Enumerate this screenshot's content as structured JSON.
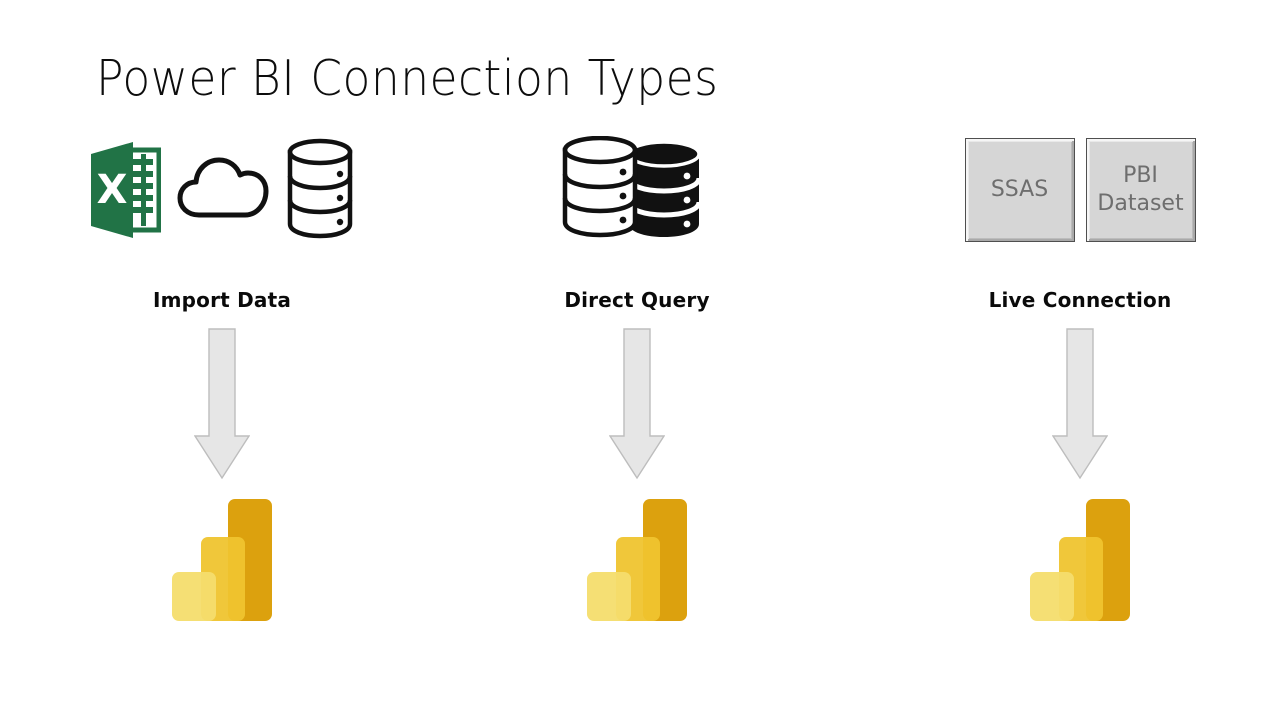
{
  "slide": {
    "title": "Power BI Connection Types",
    "background_color": "#ffffff"
  },
  "columns": [
    {
      "id": "import-data",
      "label": "Import Data",
      "icons": [
        "excel-icon",
        "cloud-icon",
        "database-icon"
      ],
      "arrow": "down-arrow-icon",
      "destination": "power-bi-logo"
    },
    {
      "id": "direct-query",
      "label": "Direct Query",
      "icons": [
        "database-white-icon",
        "database-black-icon"
      ],
      "arrow": "down-arrow-icon",
      "destination": "power-bi-logo"
    },
    {
      "id": "live-connection",
      "label": "Live Connection",
      "buttons": [
        {
          "id": "ssas-button",
          "lines": [
            "SSAS"
          ]
        },
        {
          "id": "pbi-dataset-button",
          "lines": [
            "PBI",
            "Dataset"
          ]
        }
      ],
      "arrow": "down-arrow-icon",
      "destination": "power-bi-logo"
    }
  ],
  "colors": {
    "excel_green": "#217346",
    "icon_black": "#111111",
    "arrow_fill": "#e6e6e6",
    "arrow_stroke": "#b7b7b7",
    "button_face": "#d6d6d6",
    "button_text": "#6e6e6e",
    "pbi_light": "#f4dd6d",
    "pbi_mid": "#efc42f",
    "pbi_dark": "#dca10e"
  }
}
